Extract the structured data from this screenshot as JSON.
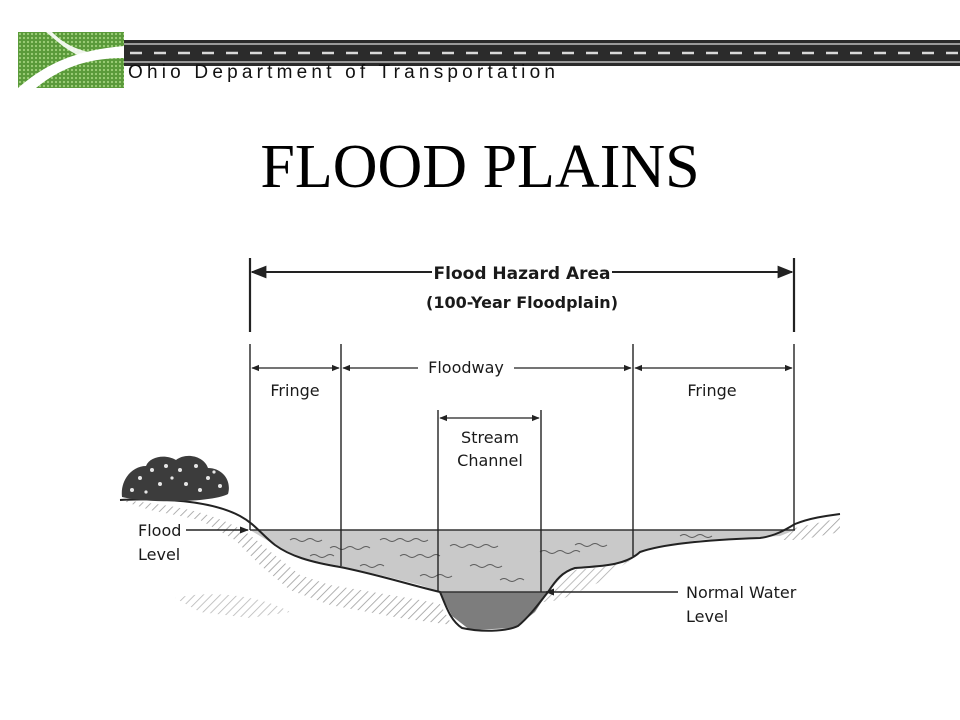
{
  "header": {
    "organization": "Ohio Department of Transportation",
    "logo_icon": "odot-logo-icon"
  },
  "slide": {
    "title": "FLOOD PLAINS"
  },
  "diagram": {
    "flood_hazard_area": "Flood Hazard Area",
    "floodplain_note": "(100-Year Floodplain)",
    "floodway": "Floodway",
    "fringe_left": "Fringe",
    "fringe_right": "Fringe",
    "stream_line1": "Stream",
    "stream_line2": "Channel",
    "flood_level_line1": "Flood",
    "flood_level_line2": "Level",
    "normal_water_line1": "Normal Water",
    "normal_water_line2": "Level",
    "colors": {
      "flood_water": "#c9c9c9",
      "channel_water": "#7d7d7d",
      "ground_line": "#222222"
    }
  }
}
